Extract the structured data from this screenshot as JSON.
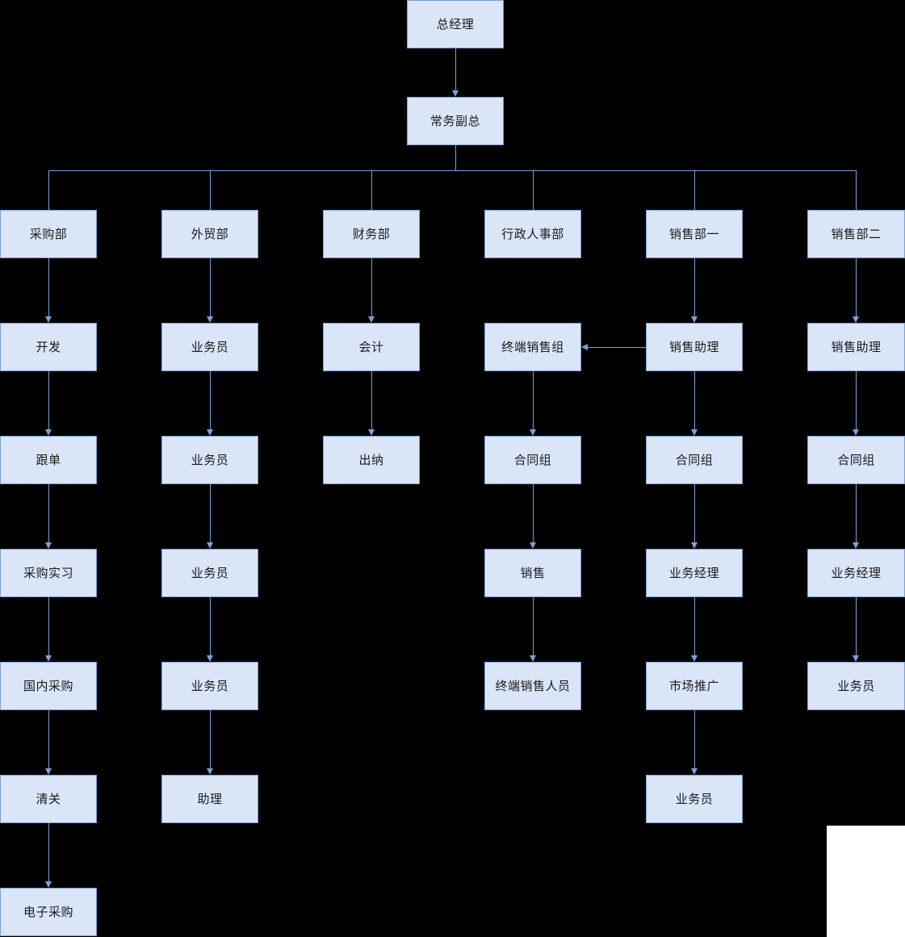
{
  "diagram": {
    "type": "organization-chart",
    "background_color": "#000000",
    "node_fill_color": "#dae5f8",
    "node_border_color": "#7a9fd4",
    "connector_color": "#7d9fd4",
    "text_color": "#1a1a1a",
    "root": {
      "label": "总经理"
    },
    "deputy": {
      "label": "常务副总"
    },
    "columns": [
      {
        "department": "采购部",
        "chain": [
          "开发",
          "跟单",
          "采购实习",
          "国内采购",
          "清关",
          "电子采购"
        ]
      },
      {
        "department": "外贸部",
        "chain": [
          "业务员",
          "业务员",
          "业务员",
          "业务员",
          "助理"
        ]
      },
      {
        "department": "财务部",
        "chain": [
          "会计",
          "出纳"
        ]
      },
      {
        "department": "行政人事部",
        "chain": [
          "终端销售组",
          "合同组",
          "销售",
          "终端销售人员"
        ]
      },
      {
        "department": "销售部一",
        "chain": [
          "销售助理",
          "合同组",
          "业务经理",
          "市场推广",
          "业务员"
        ]
      },
      {
        "department": "销售部二",
        "chain": [
          "销售助理",
          "合同组",
          "业务经理",
          "业务员"
        ]
      }
    ],
    "cross_links": [
      {
        "from": "销售助理",
        "to": "终端销售组",
        "direction": "left"
      }
    ]
  }
}
